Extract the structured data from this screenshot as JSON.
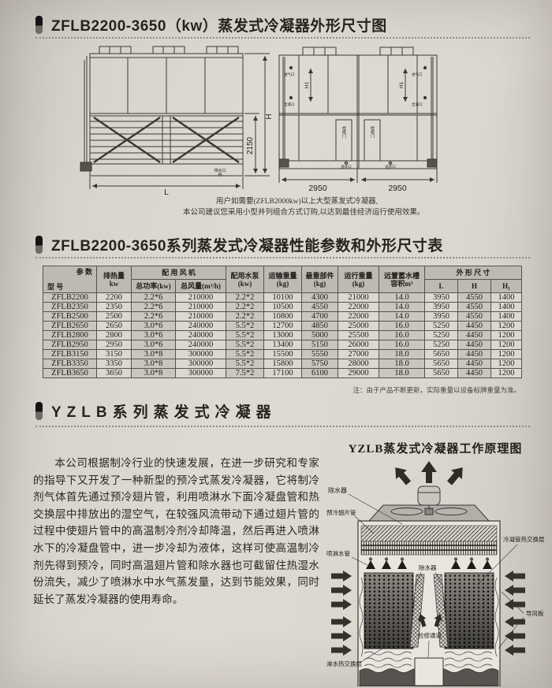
{
  "colors": {
    "paper": "#dedad3",
    "ink": "#26231f",
    "table_header": "#bdbab4",
    "table_shade": "#c9c6c0",
    "line": "#57534c"
  },
  "section1": {
    "title": "ZFLB2200-3650（kw）蒸发式冷凝器外形尺寸图"
  },
  "front_view": {
    "dim_height_total": "H",
    "dim_height_lower": "2150",
    "dim_length": "L",
    "label_drain": "排水口"
  },
  "side_view": {
    "label_air_inlet": "进气口",
    "label_liquid_outlet": "出液口",
    "dim_h1": "H1",
    "label_access_door": "检修门",
    "label_overflow": "溢水口",
    "dim_module_left": "2950",
    "dim_module_right": "2950"
  },
  "purchase_note": {
    "line1": "用户如需要(ZFLB2000kw)以上大型蒸发式冷凝器,",
    "line2": "本公司建议您采用小型并列组合方式订购,以达到最佳经济运行使用效果。"
  },
  "section2": {
    "title": "ZFLB2200-3650系列蒸发式冷凝器性能参数和外形尺寸表"
  },
  "table": {
    "corner_top": "参 数",
    "corner_bottom": "型 号",
    "col_heat": "排热量",
    "col_heat_unit": "kw",
    "group_fan": "配 用 风 机",
    "col_fan_power": "总功率(kw)",
    "col_fan_flow": "总风量(m³/h)",
    "col_pump": "配用水泵",
    "col_pump_unit": "(kw)",
    "col_transport": "运输重量",
    "col_transport_unit": "(kg)",
    "col_heaviest": "最重部件",
    "col_heaviest_unit": "(kg)",
    "col_running": "运行重量",
    "col_running_unit": "(kg)",
    "col_tank": "远置蓄水槽",
    "col_tank_unit": "容积m³",
    "group_dim": "外 形 尺 寸",
    "col_L": "L",
    "col_H": "H",
    "col_H1": "H₁",
    "rows": [
      [
        "ZFLB2200",
        "2200",
        "2.2*6",
        "210000",
        "2.2*2",
        "10100",
        "4300",
        "21000",
        "14.0",
        "3950",
        "4550",
        "1400"
      ],
      [
        "ZFLB2350",
        "2350",
        "2.2*6",
        "210000",
        "2.2*2",
        "10500",
        "4550",
        "22000",
        "14.0",
        "3950",
        "4550",
        "1400"
      ],
      [
        "ZFLB2500",
        "2500",
        "2.2*6",
        "210000",
        "2.2*2",
        "10800",
        "4700",
        "22000",
        "14.0",
        "3950",
        "4550",
        "1400"
      ],
      [
        "ZFLB2650",
        "2650",
        "3.0*6",
        "240000",
        "5.5*2",
        "12700",
        "4850",
        "25000",
        "16.0",
        "5250",
        "4450",
        "1200"
      ],
      [
        "ZFLB2800",
        "2800",
        "3.0*6",
        "240000",
        "5.5*2",
        "13000",
        "5000",
        "25500",
        "16.0",
        "5250",
        "4450",
        "1200"
      ],
      [
        "ZFLB2950",
        "2950",
        "3.0*6",
        "240000",
        "5.5*2",
        "13400",
        "5150",
        "26000",
        "16.0",
        "5250",
        "4450",
        "1200"
      ],
      [
        "ZFLB3150",
        "3150",
        "3.0*8",
        "300000",
        "5.5*2",
        "15500",
        "5550",
        "27000",
        "18.0",
        "5650",
        "4450",
        "1200"
      ],
      [
        "ZFLB3350",
        "3350",
        "3.0*8",
        "300000",
        "5.5*2",
        "15800",
        "5750",
        "28000",
        "18.0",
        "5650",
        "4450",
        "1200"
      ],
      [
        "ZFLB3650",
        "3650",
        "3.0*8",
        "300000",
        "7.5*2",
        "17100",
        "6100",
        "29000",
        "18.0",
        "5650",
        "4450",
        "1200"
      ]
    ],
    "note": "注：由于产品不断更新，实际重量以设备标牌重量为准。"
  },
  "section3": {
    "title": "YZLB系列蒸发式冷凝器"
  },
  "intro": {
    "text": "本公司根据制冷行业的快速发展，在进一步研究和专家的指导下又开发了一种新型的预冷式蒸发冷凝器，它将制冷剂气体首先通过预冷翅片管，利用喷淋水下面冷凝盘管和热交换层中排放出的湿空气，在较强风流带动下通过翅片管的过程中使翅片管中的高温制冷剂冷却降温，然后再进入喷淋水下的冷凝盘管中，进一步冷却为液体，这样可使高温制冷剂先得到预冷，同时高温翅片管和除水器也可截留住热湿水份流失，减少了喷淋水中水气蒸发量，达到节能效果，同时延长了蒸发冷凝器的使用寿命。"
  },
  "principle": {
    "title": "YZLB蒸发式冷凝器工作原理图",
    "label_eliminator_top": "除水器",
    "label_precool_fins": "预冷翅片管",
    "label_spray_pipe": "喷淋水管",
    "label_eliminator_mid": "除水器",
    "label_coil_layer": "冷凝管热交换层",
    "label_baffle": "导风板",
    "label_service_channel": "检修通道",
    "label_water_layer": "淋水热交换层"
  }
}
